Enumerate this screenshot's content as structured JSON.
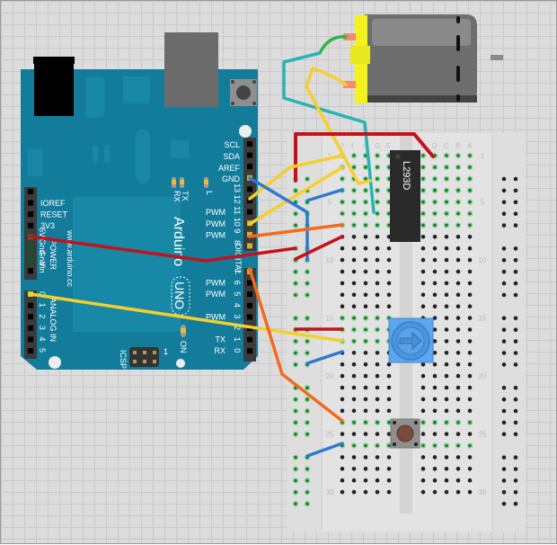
{
  "diagram": {
    "title": "Arduino Uno + L293D motor driver breadboard circuit",
    "colors": {
      "board": "#137c9b",
      "board_dark": "#0f6a85",
      "header": "#3b3b3b",
      "breadboard": "#e6e6e6",
      "wire_red": "#c4121b",
      "wire_yellow": "#f5cf2b",
      "wire_blue": "#2f78d0",
      "wire_orange": "#f26b1d",
      "wire_green": "#2fb34a",
      "wire_teal": "#26b4b4",
      "motor_body": "#6b6b6b",
      "motor_cap": "#f2f21e",
      "ic": "#2a2a2a",
      "pot": "#5aa6f0",
      "hole_green": "#2fa84a"
    },
    "arduino": {
      "name_label": "Arduino",
      "model_label": "UNO",
      "url_label": "www.arduino.cc",
      "digital_label": "DIGITAL",
      "power_label": "POWER",
      "analog_label": "ANALOG IN",
      "icsp_label": "ICSP",
      "icsp_pin1": "1",
      "on_led_label": "ON",
      "l_led_label": "L",
      "tx_led_label": "TX",
      "rx_led_label": "RX",
      "top_header": [
        "SCL",
        "SDA",
        "AREF",
        "GND"
      ],
      "digital_pins_high": [
        "13",
        "12",
        "11",
        "10",
        "9",
        "8"
      ],
      "digital_pins_high_pwm": [
        "",
        "",
        "PWM",
        "PWM",
        "PWM",
        ""
      ],
      "digital_pins_low": [
        "7",
        "6",
        "5",
        "4",
        "3",
        "2",
        "1",
        "0"
      ],
      "digital_pins_low_pwm": [
        "",
        "PWM",
        "PWM",
        "",
        "PWM",
        "",
        "TX",
        "RX"
      ],
      "power_pins": [
        "IOREF",
        "RESET",
        "3V3",
        "5V",
        "Gnd",
        "Gnd",
        "Vin"
      ],
      "analog_pins": [
        "0",
        "1",
        "2",
        "3",
        "4",
        "5"
      ]
    },
    "breadboard": {
      "column_letters_left": [
        "J",
        "I",
        "H",
        "G",
        "F"
      ],
      "column_letters_right": [
        "E",
        "D",
        "C",
        "B",
        "A"
      ],
      "row_numbers": [
        "1",
        "5",
        "10",
        "15",
        "20",
        "25",
        "30"
      ]
    },
    "ic": {
      "label": "L293D",
      "pins": 16
    },
    "components": {
      "motor": "DC motor",
      "potentiometer": "potentiometer",
      "button": "pushbutton"
    }
  }
}
